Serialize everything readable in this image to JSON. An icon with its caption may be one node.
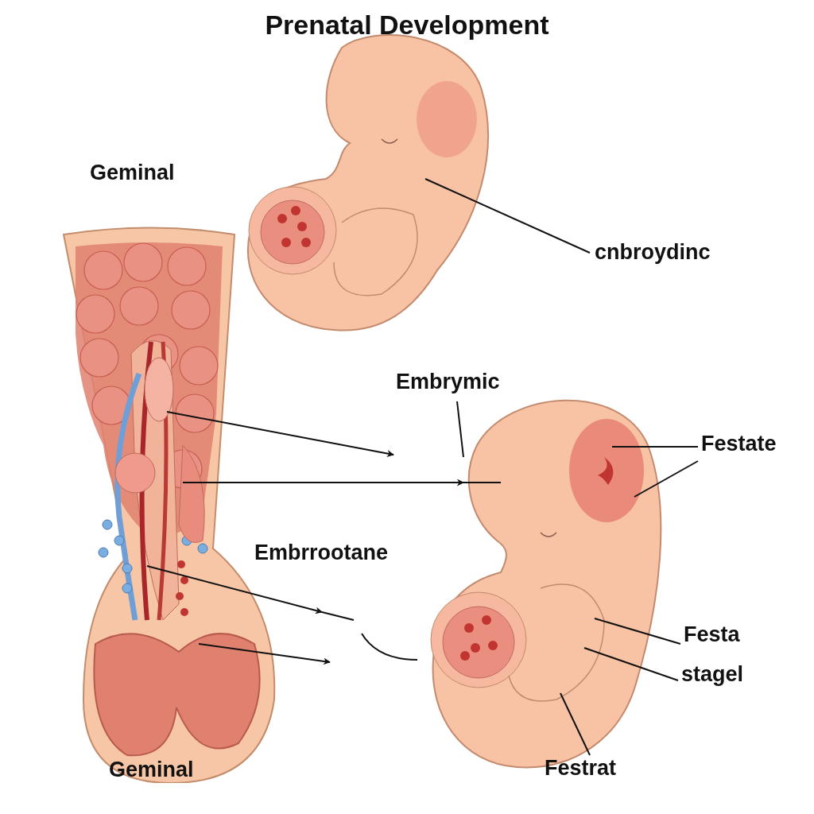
{
  "diagram": {
    "title": "Prenatal Development",
    "nodes": [
      {
        "text": [],
        "shape": "picture"
      },
      {
        "text": [],
        "shape": "picture"
      },
      {
        "text": [],
        "shape": "picture"
      },
      {
        "text": [
          "cnbroydinc"
        ]
      },
      {
        "text": [
          "Embrymic"
        ]
      },
      {
        "text": [
          "Festate"
        ]
      },
      {
        "text": [
          "Festa"
        ]
      },
      {
        "text": [
          "stagel"
        ]
      },
      {
        "text": [
          "Festrat"
        ]
      }
    ],
    "edges": [
      {
        "from": 3,
        "to": 1,
        "arrow": "none"
      },
      {
        "from": 0,
        "to": null,
        "arrow": "to"
      },
      {
        "from": 0,
        "to": 2,
        "arrow": "to"
      },
      {
        "from": 0,
        "to": null,
        "arrow": "to"
      },
      {
        "from": 0,
        "to": null,
        "arrow": "to"
      },
      {
        "from": 4,
        "to": 2,
        "arrow": "none"
      },
      {
        "from": 5,
        "to": 2,
        "arrow": "none"
      },
      {
        "from": 5,
        "to": 2,
        "arrow": "none"
      },
      {
        "from": 6,
        "to": 2,
        "arrow": "none"
      },
      {
        "from": 7,
        "to": 2,
        "arrow": "none"
      },
      {
        "from": 8,
        "to": 2,
        "arrow": "none"
      }
    ],
    "labels": [
      "Geminal",
      "Embrrootane",
      "Geminal"
    ]
  }
}
